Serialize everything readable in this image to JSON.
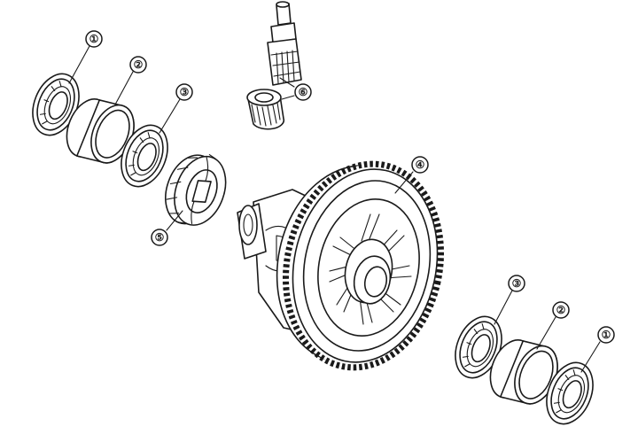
{
  "callouts": [
    {
      "id": "c1-left",
      "label": "①"
    },
    {
      "id": "c2-left",
      "label": "②"
    },
    {
      "id": "c3-left",
      "label": "③"
    },
    {
      "id": "c4",
      "label": "④"
    },
    {
      "id": "c5",
      "label": "⑤"
    },
    {
      "id": "c6",
      "label": "⑥"
    },
    {
      "id": "c3-right",
      "label": "③"
    },
    {
      "id": "c2-right",
      "label": "②"
    },
    {
      "id": "c1-right",
      "label": "①"
    }
  ]
}
